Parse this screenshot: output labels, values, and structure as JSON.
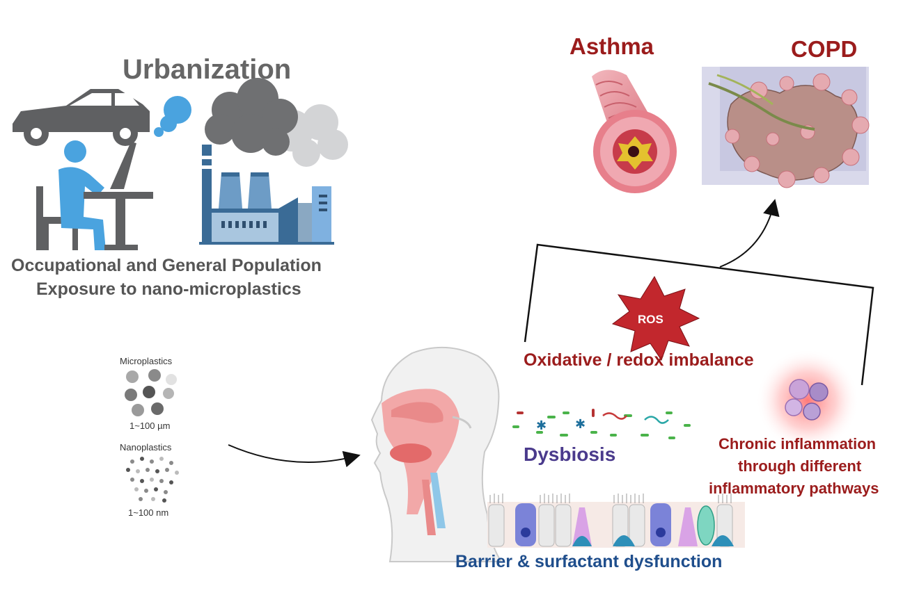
{
  "urbanization": {
    "title": "Urbanization",
    "caption_line1": "Occupational and General Population",
    "caption_line2": "Exposure to nano-microplastics"
  },
  "particles": {
    "micro_label": "Microplastics",
    "micro_size": "1~100 µm",
    "nano_label": "Nanoplastics",
    "nano_size": "1~100 nm"
  },
  "diseases": {
    "asthma": "Asthma",
    "copd": "COPD"
  },
  "mechanisms": {
    "ros": "ROS",
    "oxidative": "Oxidative / redox imbalance",
    "dysbiosis": "Dysbiosis",
    "inflammation_line1": "Chronic inflammation",
    "inflammation_line2": "through different",
    "inflammation_line3": "inflammatory pathways",
    "barrier": "Barrier & surfactant dysfunction"
  },
  "colors": {
    "dark_red": "#9b1c1c",
    "purple": "#4a3a8c",
    "navy": "#1f4e8c",
    "gray_text": "#555555"
  }
}
